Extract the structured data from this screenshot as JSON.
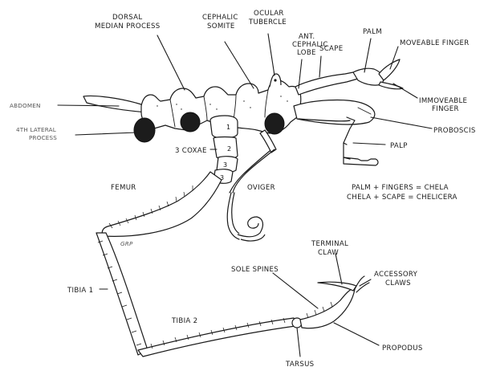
{
  "labels": {
    "dorsal_median_process": [
      "DORSAL",
      "MEDIAN PROCESS"
    ],
    "cephalic_somite": [
      "CEPHALIC",
      "SOMITE"
    ],
    "ocular_tubercle": [
      "OCULAR",
      "TUBERCLE"
    ],
    "ant_cephalic_lobe": [
      "ANT.",
      "CEPHALIC",
      "LOBE"
    ],
    "scape": "SCAPE",
    "palm": "PALM",
    "moveable_finger": "MOVEABLE FINGER",
    "immoveable_finger": [
      "IMMOVEABLE",
      "FINGER"
    ],
    "abdomen": "ABDOMEN",
    "lateral_process": [
      "4TH LATERAL",
      "PROCESS"
    ],
    "proboscis": "PROBOSCIS",
    "palp": "PALP",
    "coxae": "3 COXAE",
    "femur": "FEMUR",
    "oviger": "OVIGER",
    "tibia_1": "TIBIA 1",
    "tibia_2": "TIBIA 2",
    "terminal_claw": [
      "TERMINAL",
      "CLAW"
    ],
    "sole_spines": "SOLE SPINES",
    "accessory_claws": [
      "ACCESSORY",
      "CLAWS"
    ],
    "propodus": "PROPODUS",
    "tarsus": "TARSUS"
  },
  "coxa_numbers": [
    "1",
    "2",
    "3",
    "3"
  ],
  "formulas": [
    "PALM + FINGERS = CHELA",
    "CHELA + SCAPE = CHELICERA"
  ],
  "signature": "GRP"
}
